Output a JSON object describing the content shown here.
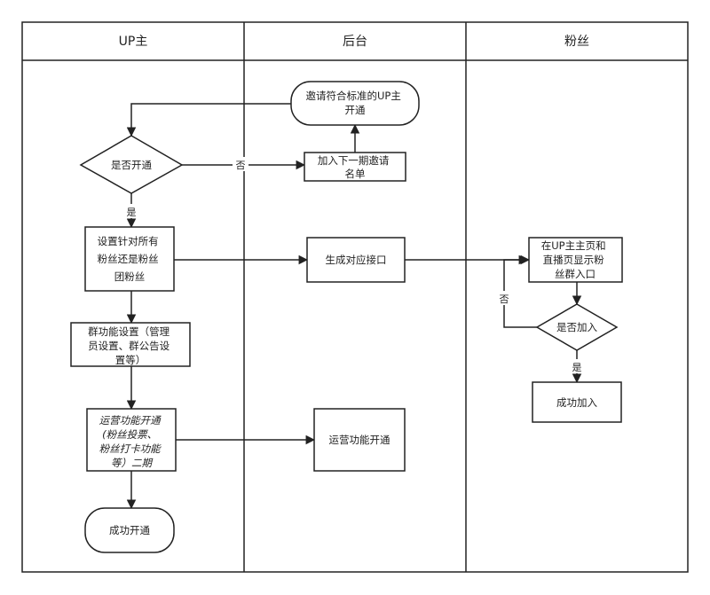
{
  "lanes": [
    {
      "id": "up",
      "title": "UP主"
    },
    {
      "id": "backend",
      "title": "后台"
    },
    {
      "id": "fans",
      "title": "粉丝"
    }
  ],
  "nodes": {
    "invite": {
      "lines": [
        "邀请符合标准的UP主",
        "开通"
      ]
    },
    "is_open": {
      "lines": [
        "是否开通"
      ]
    },
    "next_invite": {
      "lines": [
        "加入下一期邀请",
        "名单"
      ]
    },
    "settings": {
      "lines": [
        "设置针对所有",
        "粉丝还是粉丝",
        "团粉丝"
      ]
    },
    "gen_interface": {
      "lines": [
        "生成对应接口"
      ]
    },
    "display": {
      "lines": [
        "在UP主主页和",
        "直播页显示粉",
        "丝群入口"
      ]
    },
    "is_join": {
      "lines": [
        "是否加入"
      ]
    },
    "join_ok": {
      "lines": [
        "成功加入"
      ]
    },
    "group_func": {
      "lines": [
        "群功能设置（管理",
        "员设置、群公告设",
        "置等）"
      ]
    },
    "ops_func": {
      "lines": [
        "运营功能开通",
        "(粉丝投票、",
        "粉丝打卡功能",
        "等）二期"
      ]
    },
    "ops_open": {
      "lines": [
        "运营功能开通"
      ]
    },
    "open_ok": {
      "lines": [
        "成功开通"
      ]
    }
  },
  "edge_labels": {
    "no_open": "否",
    "yes_open": "是",
    "no_join": "否",
    "yes_join": "是"
  }
}
